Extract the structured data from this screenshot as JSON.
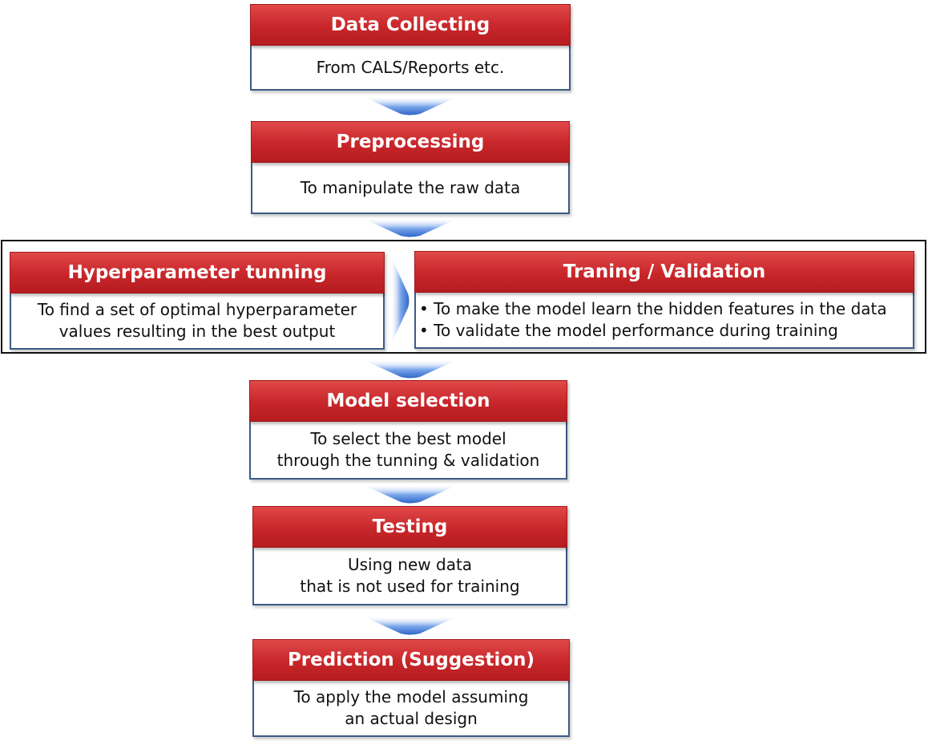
{
  "diagram": {
    "steps": [
      {
        "id": "data-collecting",
        "title": "Data Collecting",
        "lines": [
          "From CALS/Reports etc."
        ]
      },
      {
        "id": "preprocessing",
        "title": "Preprocessing",
        "lines": [
          "To manipulate the raw data"
        ]
      },
      {
        "id": "hyperparameter-tuning",
        "title": "Hyperparameter tunning",
        "lines": [
          "To find a set of optimal hyperparameter",
          "values resulting in the best output"
        ]
      },
      {
        "id": "training-validation",
        "title": "Traning / Validation",
        "lines": [
          "To make the model learn the hidden features in the data",
          "To validate the model performance during training"
        ]
      },
      {
        "id": "model-selection",
        "title": "Model selection",
        "lines": [
          "To select the best model",
          "through the tunning & validation"
        ]
      },
      {
        "id": "testing",
        "title": "Testing",
        "lines": [
          "Using new data",
          "that is not used for training"
        ]
      },
      {
        "id": "prediction",
        "title": "Prediction (Suggestion)",
        "lines": [
          "To apply the model assuming",
          "an actual design"
        ]
      }
    ],
    "colors": {
      "header_red": "#c8262a",
      "body_border": "#3b5b86",
      "arrow_blue": "#4a7fd6"
    }
  }
}
